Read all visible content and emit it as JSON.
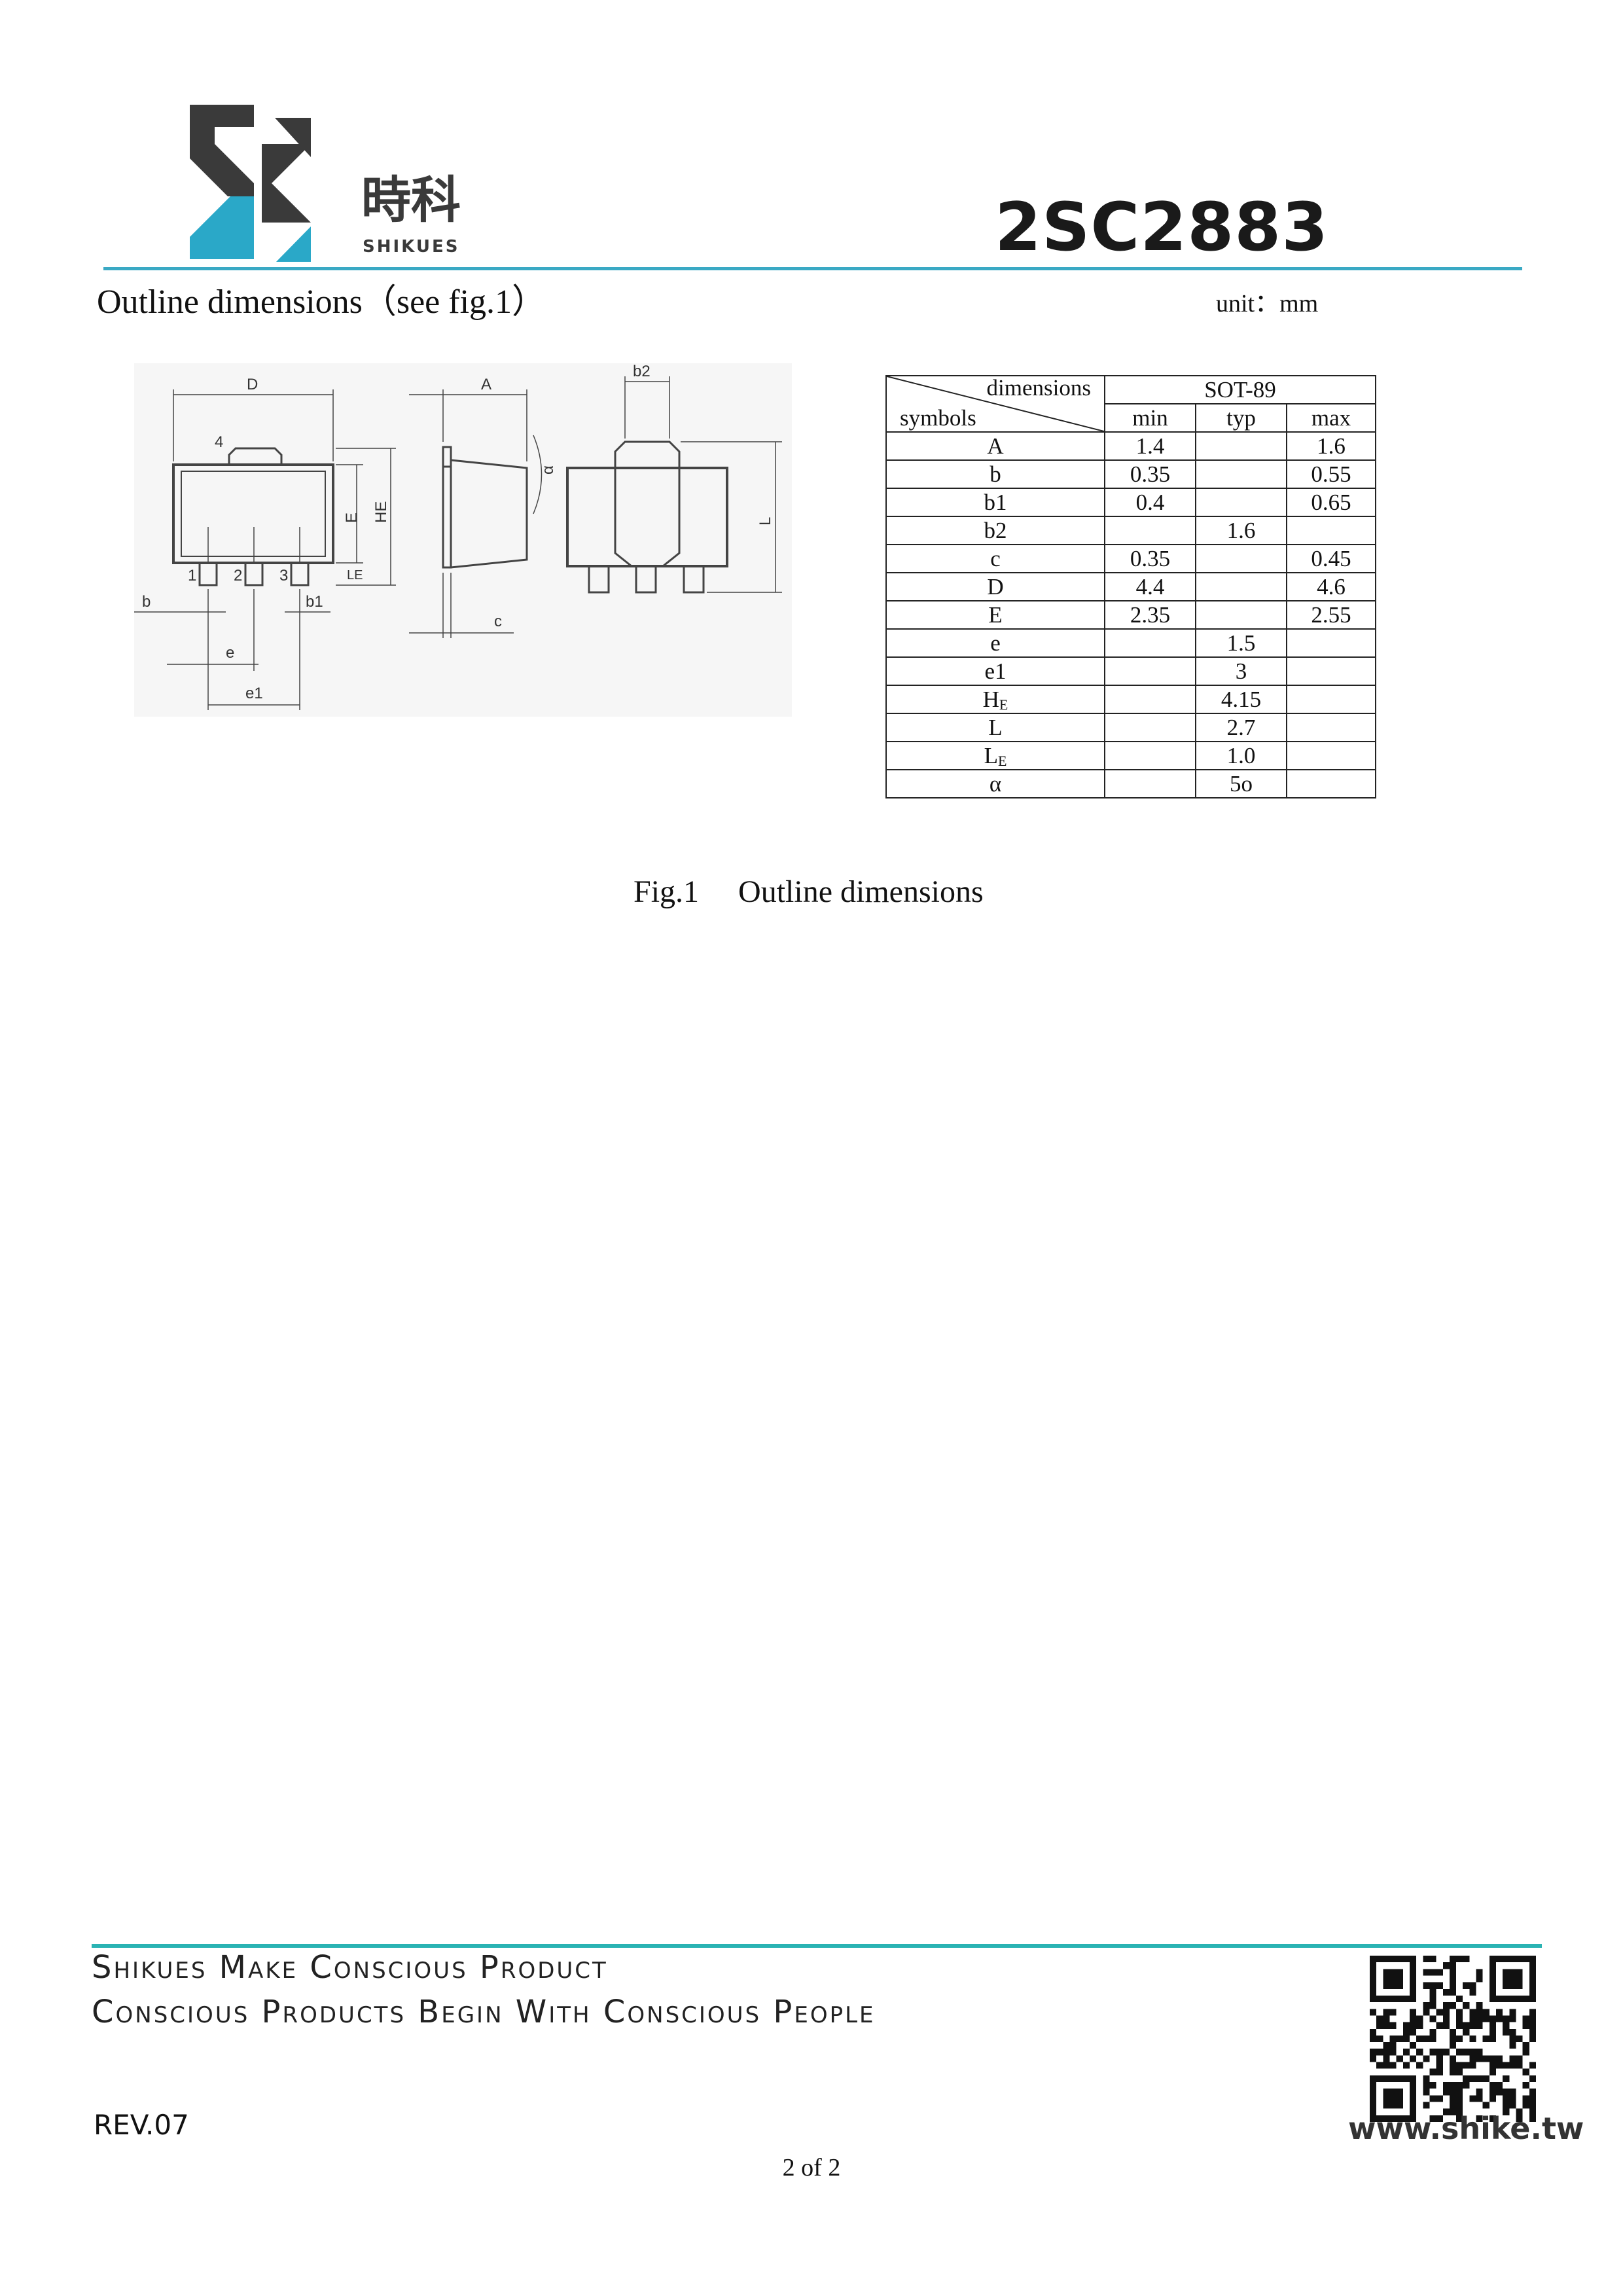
{
  "header": {
    "brand_chinese": "時科",
    "brand_latin": "SHIKUES",
    "part_number": "2SC2883"
  },
  "section": {
    "title": "Outline dimensions（see fig.1）",
    "unit_label": "unit：mm"
  },
  "drawing": {
    "labels": {
      "D": "D",
      "A": "A",
      "b2": "b2",
      "alpha": "α",
      "E": "E",
      "HE": "HE",
      "LE": "LE",
      "L": "L",
      "b": "b",
      "b1": "b1",
      "e": "e",
      "e1": "e1",
      "c": "c",
      "pin1": "1",
      "pin2": "2",
      "pin3": "3",
      "pin4": "4"
    }
  },
  "table": {
    "header_dimensions": "dimensions",
    "header_symbols": "symbols",
    "package": "SOT-89",
    "col_min": "min",
    "col_typ": "typ",
    "col_max": "max",
    "rows": [
      {
        "symbol": "A",
        "sub": "",
        "min": "1.4",
        "typ": "",
        "max": "1.6"
      },
      {
        "symbol": "b",
        "sub": "",
        "min": "0.35",
        "typ": "",
        "max": "0.55"
      },
      {
        "symbol": "b1",
        "sub": "",
        "min": "0.4",
        "typ": "",
        "max": "0.65"
      },
      {
        "symbol": "b2",
        "sub": "",
        "min": "",
        "typ": "1.6",
        "max": ""
      },
      {
        "symbol": "c",
        "sub": "",
        "min": "0.35",
        "typ": "",
        "max": "0.45"
      },
      {
        "symbol": "D",
        "sub": "",
        "min": "4.4",
        "typ": "",
        "max": "4.6"
      },
      {
        "symbol": "E",
        "sub": "",
        "min": "2.35",
        "typ": "",
        "max": "2.55"
      },
      {
        "symbol": "e",
        "sub": "",
        "min": "",
        "typ": "1.5",
        "max": ""
      },
      {
        "symbol": "e1",
        "sub": "",
        "min": "",
        "typ": "3",
        "max": ""
      },
      {
        "symbol": "H",
        "sub": "E",
        "min": "",
        "typ": "4.15",
        "max": ""
      },
      {
        "symbol": "L",
        "sub": "",
        "min": "",
        "typ": "2.7",
        "max": ""
      },
      {
        "symbol": "L",
        "sub": "E",
        "min": "",
        "typ": "1.0",
        "max": ""
      },
      {
        "symbol": "α",
        "sub": "",
        "min": "",
        "typ": "5o",
        "max": ""
      }
    ]
  },
  "figure": {
    "caption": "Fig.1     Outline dimensions"
  },
  "footer": {
    "slogan_line1": "Shikues Make Conscious Product",
    "slogan_line2": "Conscious Products Begin With Conscious People",
    "revision": "REV.07",
    "website": "www.shike.tw",
    "page": "2 of 2"
  },
  "colors": {
    "brand_dark": "#3a3a3a",
    "brand_teal": "#2aa8c8",
    "footer_rule": "#2ab3b3"
  }
}
